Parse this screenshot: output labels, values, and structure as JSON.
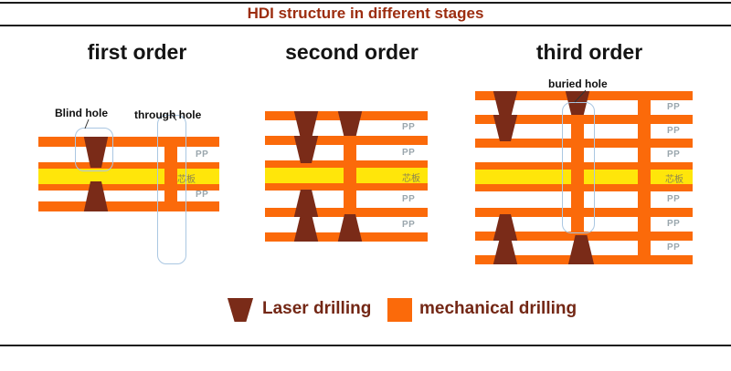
{
  "header": {
    "title": "HDI structure in different stages"
  },
  "sections": [
    {
      "label": "first order"
    },
    {
      "label": "second order"
    },
    {
      "label": "third order"
    }
  ],
  "labels": {
    "blind_hole": "Blind hole",
    "through_hole": "through hole",
    "buried_hole": "buried hole",
    "pp": "PP",
    "core": "芯板"
  },
  "legend": {
    "items": [
      {
        "icon": "laser-via-icon",
        "label": "Laser drilling"
      },
      {
        "icon": "mechanical-via-icon",
        "label": "mechanical drilling"
      }
    ]
  },
  "colors": {
    "title_text": "#9c2d10",
    "copper": "#fb6a0a",
    "core": "#ffe60a",
    "laser_via": "#7a2b18",
    "outline": "#aac7e2",
    "pp_text": "#9aa6ad",
    "core_text": "#8d8450",
    "legend_text": "#732715",
    "rule": "#1a1a1a"
  }
}
